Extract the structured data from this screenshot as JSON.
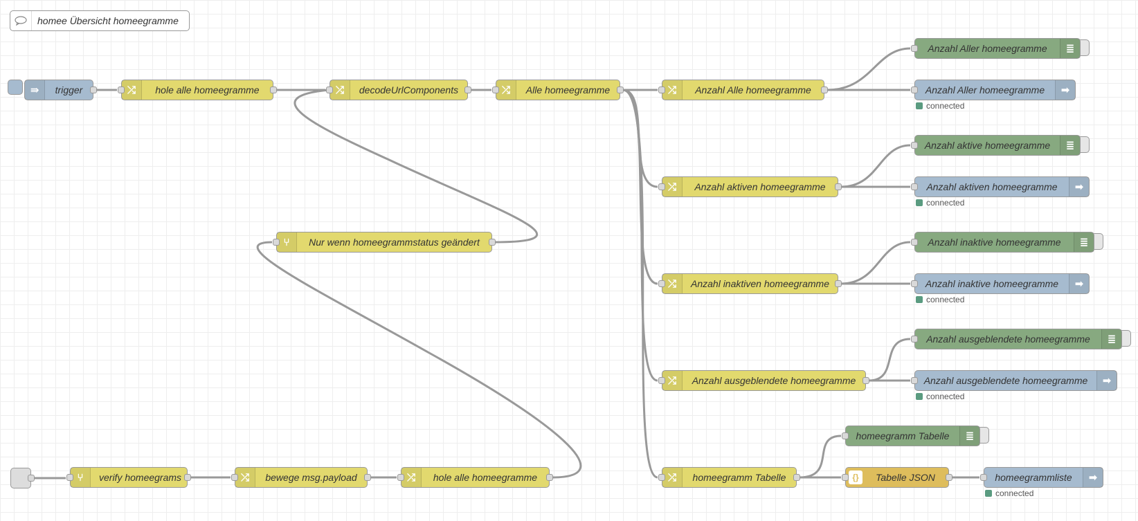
{
  "comment": {
    "label": "homee Übersicht homeegramme",
    "icon": "comment-icon"
  },
  "status_text": "connected",
  "colors": {
    "function": "#e2d96e",
    "debug": "#87a980",
    "mqtt": "#a6bbcf",
    "json": "#debd5c",
    "wire": "#999999",
    "status_connected": "#5a9b80"
  },
  "nodes": {
    "trigger": {
      "label": "trigger",
      "type": "inject",
      "icon": "inject-arrow-icon"
    },
    "hole1": {
      "label": "hole alle homeegramme",
      "type": "change",
      "icon": "shuffle-icon"
    },
    "decode": {
      "label": "decodeUrlComponents",
      "type": "change",
      "icon": "shuffle-icon"
    },
    "alle": {
      "label": "Alle homeegramme",
      "type": "change",
      "icon": "shuffle-icon"
    },
    "nurwenn": {
      "label": "Nur wenn homeegrammstatus geändert",
      "type": "switch",
      "icon": "split-icon"
    },
    "verify": {
      "label": "verify homeegrams",
      "type": "switch",
      "icon": "split-icon"
    },
    "bewege": {
      "label": "bewege msg.payload",
      "type": "change",
      "icon": "shuffle-icon"
    },
    "hole2": {
      "label": "hole alle homeegramme",
      "type": "change",
      "icon": "shuffle-icon"
    },
    "f_alle": {
      "label": "Anzahl Alle homeegramme",
      "type": "change",
      "icon": "shuffle-icon"
    },
    "f_aktiv": {
      "label": "Anzahl aktiven homeegramme",
      "type": "change",
      "icon": "shuffle-icon"
    },
    "f_inaktiv": {
      "label": "Anzahl inaktiven homeegramme",
      "type": "change",
      "icon": "shuffle-icon"
    },
    "f_ausgeb": {
      "label": "Anzahl ausgeblendete homeegramme",
      "type": "change",
      "icon": "shuffle-icon"
    },
    "f_tabelle": {
      "label": "homeegramm Tabelle",
      "type": "change",
      "icon": "shuffle-icon"
    },
    "d_alle": {
      "label": "Anzahl Aller homeegramme",
      "type": "debug",
      "icon": "list-icon"
    },
    "m_alle": {
      "label": "Anzahl Aller homeegramme",
      "type": "mqtt-out",
      "icon": "arrow-right-icon"
    },
    "d_aktiv": {
      "label": "Anzahl aktive homeegramme",
      "type": "debug",
      "icon": "list-icon"
    },
    "m_aktiv": {
      "label": "Anzahl aktiven homeegramme",
      "type": "mqtt-out",
      "icon": "arrow-right-icon"
    },
    "d_inaktiv": {
      "label": "Anzahl inaktive homeegramme",
      "type": "debug",
      "icon": "list-icon"
    },
    "m_inaktiv": {
      "label": "Anzahl inaktive homeegramme",
      "type": "mqtt-out",
      "icon": "arrow-right-icon"
    },
    "d_ausgeb": {
      "label": "Anzahl ausgeblendete homeegramme",
      "type": "debug",
      "icon": "list-icon"
    },
    "m_ausgeb": {
      "label": "Anzahl ausgeblendete homeegramme",
      "type": "mqtt-out",
      "icon": "arrow-right-icon"
    },
    "d_tabelle": {
      "label": "homeegramm Tabelle",
      "type": "debug",
      "icon": "list-icon"
    },
    "json": {
      "label": "Tabelle JSON",
      "type": "json",
      "icon": "braces-icon"
    },
    "m_liste": {
      "label": "homeegrammliste",
      "type": "mqtt-out",
      "icon": "arrow-right-icon"
    }
  }
}
